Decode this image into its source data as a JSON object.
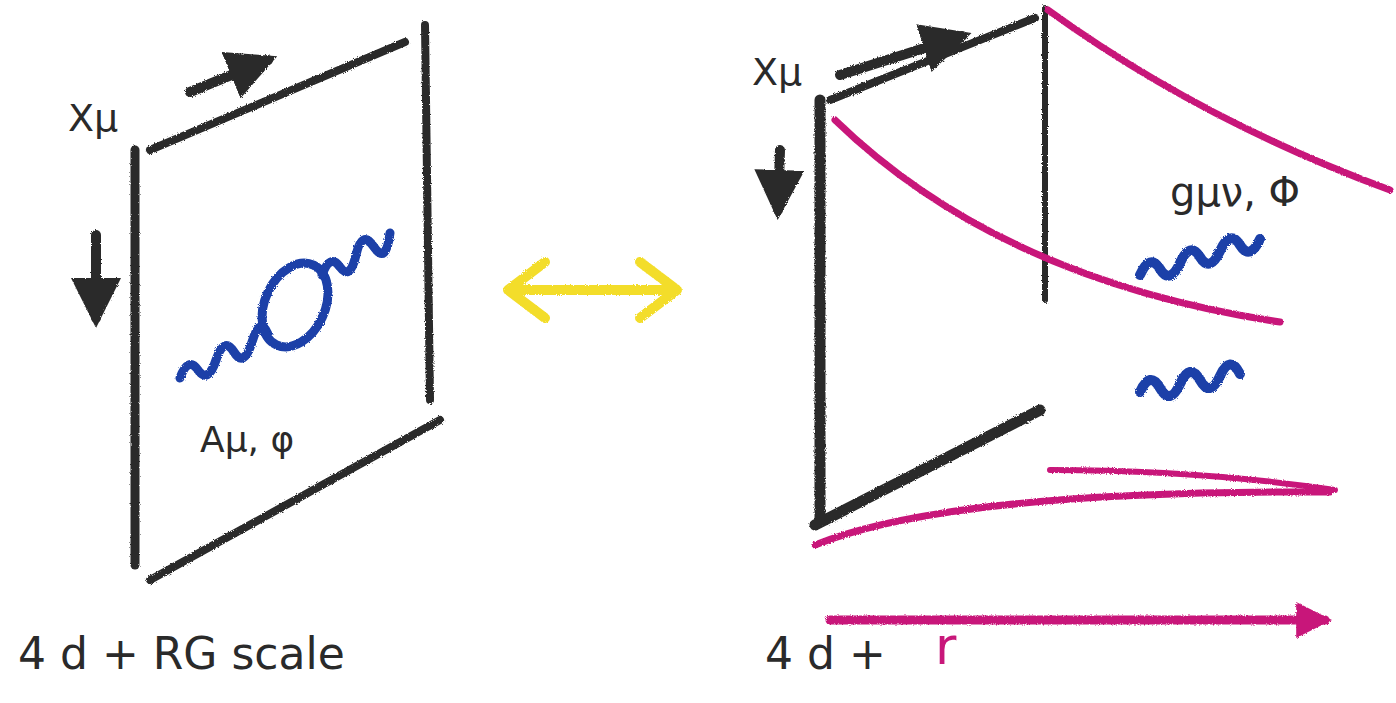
{
  "diagram": {
    "labels": [
      "Xμ",
      "Aμ, φ",
      "4 d + RG scale",
      "Xμ",
      "gμν, Φ",
      "4 d +",
      "r"
    ]
  }
}
